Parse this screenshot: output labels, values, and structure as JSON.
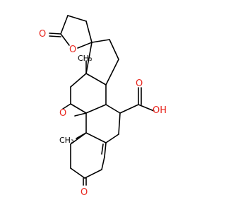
{
  "atoms": {
    "lactone_carbonyl_o": "O",
    "lactone_ring_o": "O",
    "epoxide_o": "O",
    "ketone_o": "O",
    "acid_oh": "OH",
    "acid_carbonyl_o": "O",
    "methyl_upper": "CH₃",
    "methyl_lower": "CH₃"
  },
  "colors": {
    "oxygen": "#e8271f",
    "bond": "#000000",
    "background": "#ffffff"
  }
}
